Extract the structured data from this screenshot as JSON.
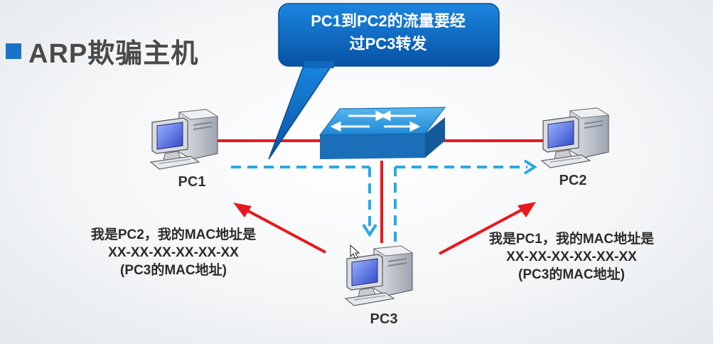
{
  "title": "ARP欺骗主机",
  "callout": {
    "line1": "PC1到PC2的流量要经",
    "line2": "过PC3转发"
  },
  "pcs": {
    "pc1": "PC1",
    "pc2": "PC2",
    "pc3": "PC3"
  },
  "left_note": {
    "line1": "我是PC2，我的MAC地址是",
    "line2": "XX-XX-XX-XX-XX-XX",
    "line3": "(PC3的MAC地址)"
  },
  "right_note": {
    "line1": "我是PC1，我的MAC地址是",
    "line2": "XX-XX-XX-XX-XX-XX",
    "line3": "(PC3的MAC地址)"
  },
  "colors": {
    "accent_blue": "#1a73c8",
    "link_red": "#e8191e",
    "traffic_blue": "#29a9e6",
    "callout_blue": "#0b63b8"
  },
  "icons": [
    "computer-icon",
    "switch-icon",
    "arrow-icon",
    "cursor-icon"
  ]
}
